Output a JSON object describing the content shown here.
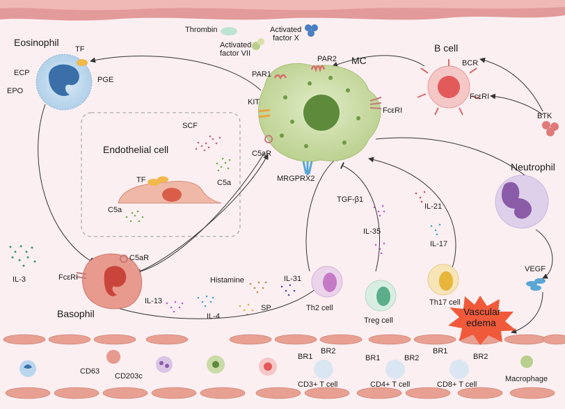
{
  "labels": {
    "thrombin": "Thrombin",
    "activated_factor_x": "Activated\nfactor X",
    "activated_factor_vii": "Activated\nfactor VII",
    "par1": "PAR1",
    "par2": "PAR2",
    "mc": "MC",
    "kit": "KIT",
    "fceri_mc": "FcεRI",
    "c5ar_mc": "C5aR",
    "mrgprx2": "MRGPRX2",
    "eosinophil": "Eosinophil",
    "tf_eos": "TF",
    "ecp": "ECP",
    "epo": "EPO",
    "pge": "PGE",
    "b_cell": "B cell",
    "bcr": "BCR",
    "fceri_b": "FcεRI",
    "btk": "BTK",
    "endothelial_cell": "Endothelial cell",
    "scf": "SCF",
    "tf_endo": "TF",
    "c5a_right": "C5a",
    "c5a_left": "C5a",
    "neutrophil": "Neutrophil",
    "vegf": "VEGF",
    "vascular_edema": "Vascular\nedema",
    "il3": "IL-3",
    "fceri_baso": "FcεRI",
    "c5ar_baso": "C5aR",
    "basophil": "Basophil",
    "il13": "IL-13",
    "il4": "IL-4",
    "histamine": "Histamine",
    "il31": "IL-31",
    "sp": "SP",
    "th2_cell": "Th2 cell",
    "tgfb1": "TGF-β1",
    "il35": "IL-35",
    "treg_cell": "Treg cell",
    "il21": "IL-21",
    "il17": "IL-17",
    "th17_cell": "Th17 cell",
    "cd63": "CD63",
    "cd203c": "CD203c",
    "br1_a": "BR1",
    "br2_a": "BR2",
    "cd3_t": "CD3+ T cell",
    "br1_b": "BR1",
    "br2_b": "BR2",
    "cd4_t": "CD4+ T cell",
    "br1_c": "BR1",
    "br2_c": "BR2",
    "cd8_t": "CD8+ T cell",
    "macrophage": "Macrophage"
  },
  "colors": {
    "background": "#fbeff1",
    "tissue": "#e8a6a6",
    "mast_cell": "#c9dba7",
    "eosinophil": "#b9d6ee",
    "b_cell": "#f6c7c7",
    "basophil": "#e79a8d",
    "neutrophil": "#d9c4e6",
    "edema": "#f05a3a"
  }
}
